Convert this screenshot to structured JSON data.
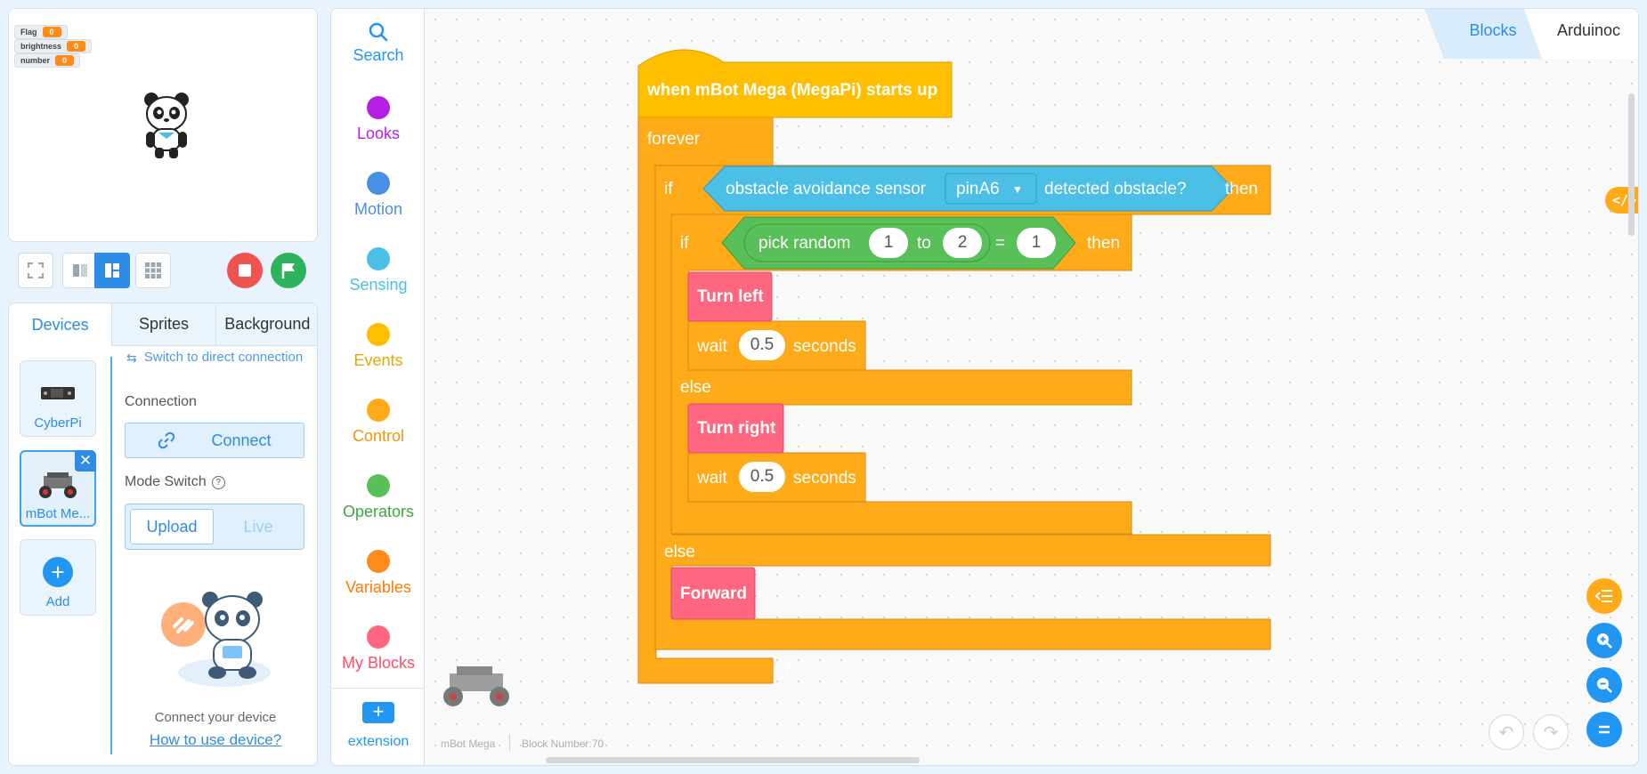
{
  "stage": {
    "variables": [
      {
        "name": "Flag",
        "value": "0"
      },
      {
        "name": "brightness",
        "value": "0"
      },
      {
        "name": "number",
        "value": "0"
      }
    ]
  },
  "panel": {
    "tabs": [
      "Devices",
      "Sprites",
      "Background"
    ],
    "active_tab": "Devices",
    "devices": [
      {
        "name": "CyberPi"
      },
      {
        "name": "mBot Me..."
      }
    ],
    "add_label": "Add",
    "switch_link": "Switch to direct connection",
    "connection_label": "Connection",
    "connect_button": "Connect",
    "mode_switch_label": "Mode Switch",
    "mode_upload": "Upload",
    "mode_live": "Live",
    "connect_hint": "Connect your device",
    "how_to_link": "How to use device?"
  },
  "categories": [
    {
      "label": "Search",
      "color": "#2196f3",
      "icon": "search-icon"
    },
    {
      "label": "Looks",
      "color": "#b71ee5"
    },
    {
      "label": "Motion",
      "color": "#4a90e2"
    },
    {
      "label": "Sensing",
      "color": "#4cbfe6"
    },
    {
      "label": "Events",
      "color": "#ffbf00"
    },
    {
      "label": "Control",
      "color": "#ffab19"
    },
    {
      "label": "Operators",
      "color": "#59c059"
    },
    {
      "label": "Variables",
      "color": "#ff8c1a"
    },
    {
      "label": "My Blocks",
      "color": "#ff6680"
    },
    {
      "label": "extension",
      "color": "#2196f3",
      "icon": "extension-add-icon"
    }
  ],
  "workspace": {
    "view_tabs": [
      "Blocks",
      "Arduinoc"
    ],
    "device_name": "mBot Mega",
    "block_number": "Block Number:70"
  },
  "script": {
    "hat": "when mBot Mega (MegaPi) starts up",
    "forever": "forever",
    "if1": "if",
    "sensor": "obstacle avoidance sensor",
    "pin": "pinA6",
    "detected": "detected obstacle?",
    "then": "then",
    "if2": "if",
    "pick_random": "pick random",
    "rand_from": "1",
    "to": "to",
    "rand_to": "2",
    "equals": "=",
    "compare_value": "1",
    "turn_left": "Turn left",
    "wait": "wait",
    "wait_value1": "0.5",
    "seconds": "seconds",
    "else": "else",
    "turn_right": "Turn right",
    "wait_value2": "0.5",
    "forward": "Forward"
  },
  "colors": {
    "control": "#ffab19",
    "events": "#ffbf00",
    "sensing": "#4cbfe6",
    "operators": "#59c059",
    "motion_custom": "#ff6680",
    "accent": "#2e8be6"
  }
}
